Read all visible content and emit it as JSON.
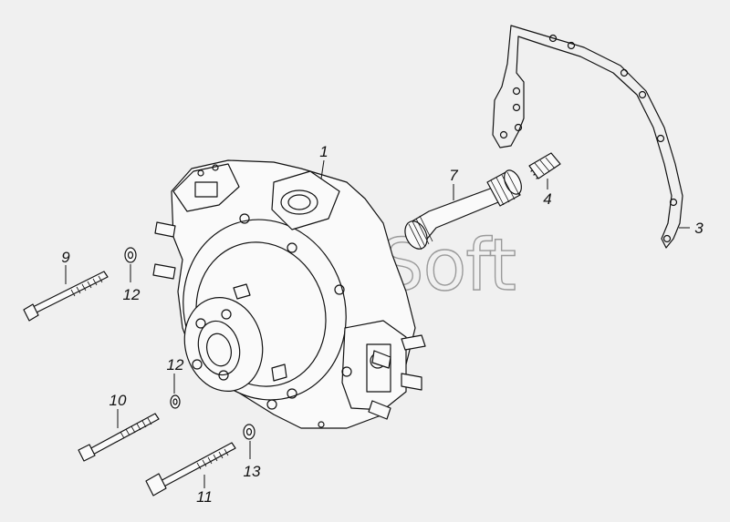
{
  "watermark": "AutoSoft",
  "callouts": {
    "c1": "1",
    "c3": "3",
    "c4": "4",
    "c7": "7",
    "c9": "9",
    "c10": "10",
    "c11": "11",
    "c12a": "12",
    "c12b": "12",
    "c13": "13"
  }
}
